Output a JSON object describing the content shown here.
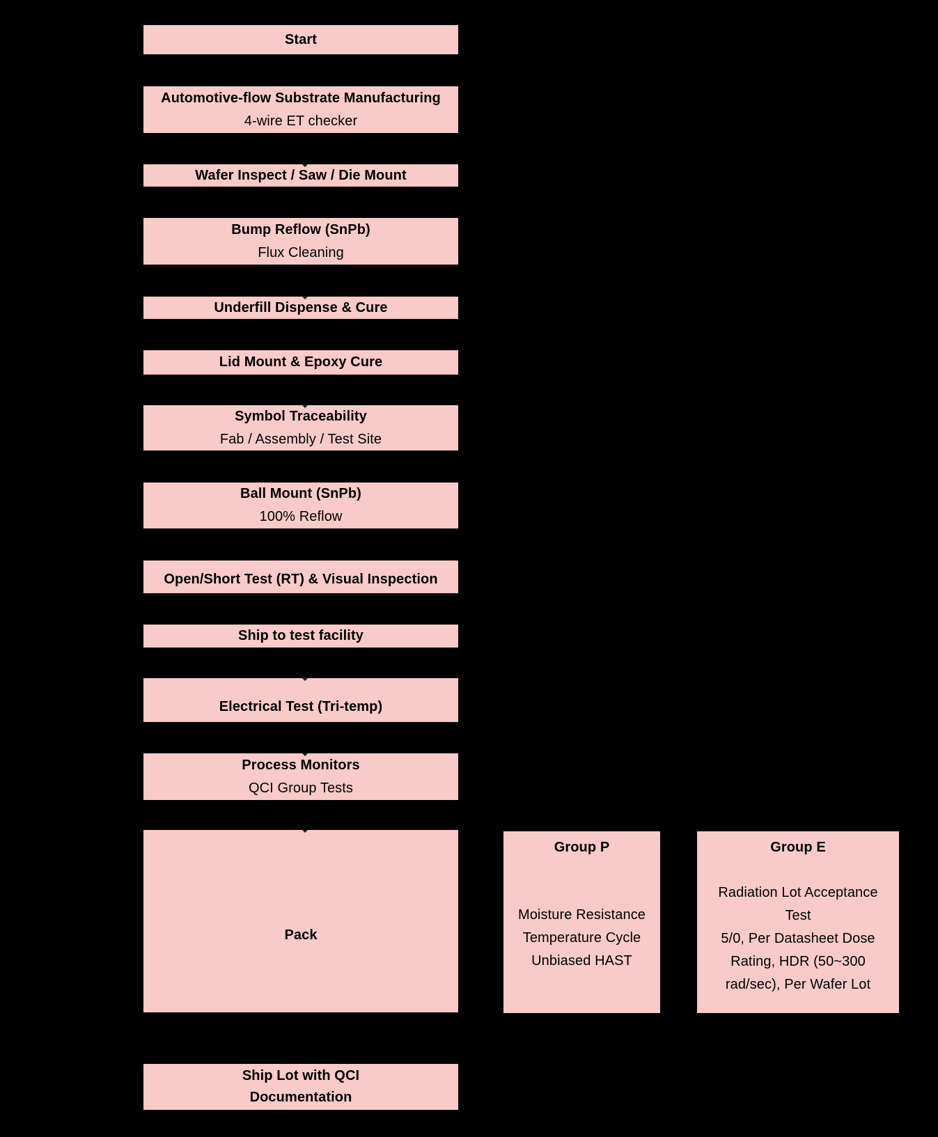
{
  "colors": {
    "background": "#000000",
    "box_fill": "#f9caca",
    "box_text": "#000000"
  },
  "flow_steps": {
    "start": {
      "title": "Start"
    },
    "substrate": {
      "title": "Automotive-flow Substrate Manufacturing",
      "subtitle": "4-wire ET checker"
    },
    "wafer": {
      "title": "Wafer Inspect / Saw / Die Mount"
    },
    "bump_reflow": {
      "title": "Bump Reflow (SnPb)",
      "subtitle": "Flux Cleaning"
    },
    "underfill": {
      "title": "Underfill Dispense & Cure"
    },
    "lid_mount": {
      "title": "Lid Mount & Epoxy Cure"
    },
    "symbol_traceability": {
      "title": "Symbol Traceability",
      "subtitle": "Fab / Assembly / Test Site"
    },
    "ball_mount": {
      "title": "Ball Mount (SnPb)",
      "subtitle": "100% Reflow"
    },
    "open_short": {
      "title": "Open/Short Test (RT) & Visual Inspection"
    },
    "ship_to_test": {
      "title": "Ship to test facility"
    },
    "electrical_test": {
      "title": "Electrical Test (Tri-temp)"
    },
    "process_monitors": {
      "title": "Process Monitors",
      "subtitle": "QCI Group Tests"
    },
    "pack": {
      "title": "Pack"
    },
    "ship_lot": {
      "line1": "Ship Lot with QCI",
      "line2": "Documentation"
    }
  },
  "qci_groups": {
    "group_p": {
      "title": "Group P",
      "lines": [
        "Moisture Resistance",
        "Temperature Cycle",
        "Unbiased HAST"
      ]
    },
    "group_e": {
      "title": "Group E",
      "lines": [
        "Radiation Lot Acceptance",
        "Test",
        "5/0, Per Datasheet Dose",
        "Rating, HDR (50~300",
        "rad/sec), Per Wafer Lot"
      ]
    }
  }
}
